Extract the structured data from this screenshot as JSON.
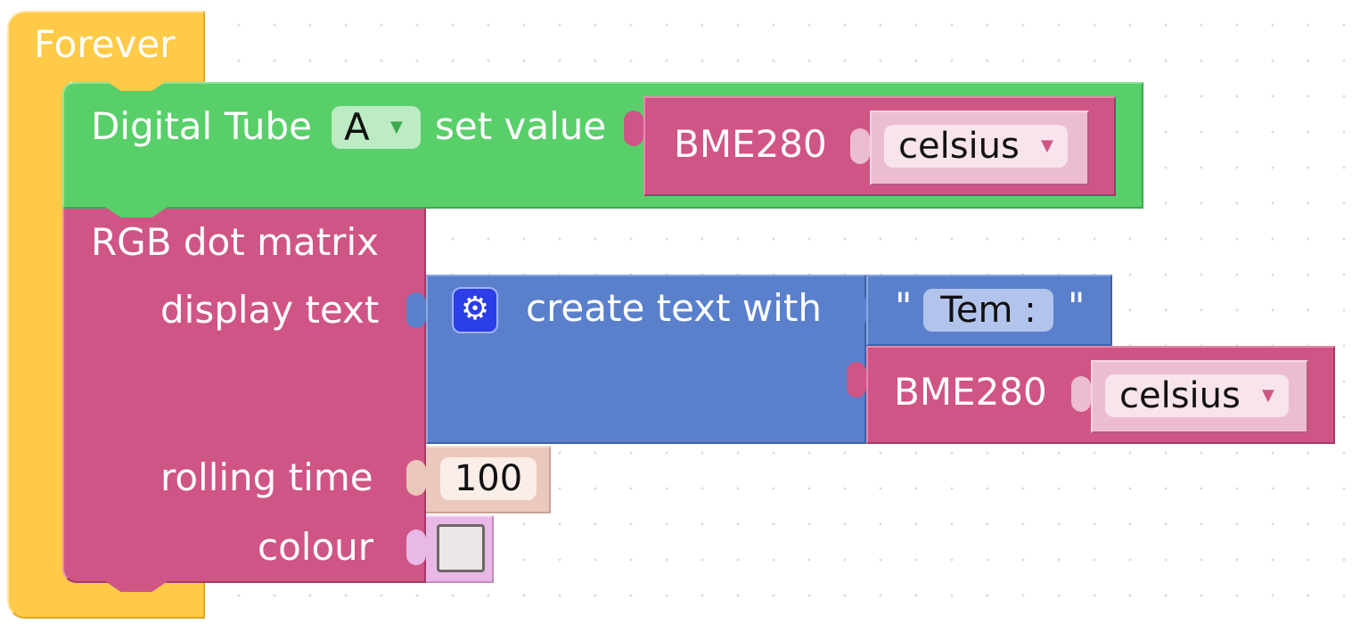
{
  "forever": {
    "label": "Forever"
  },
  "digital_tube": {
    "label_prefix": "Digital Tube",
    "port_value": "A",
    "label_suffix": "set value",
    "value_block": {
      "label": "BME280",
      "field": "celsius"
    }
  },
  "rgb_matrix": {
    "title": "RGB dot matrix",
    "display_label": "display text",
    "rolling_label": "rolling time",
    "colour_label": "colour",
    "rolling_time": "100",
    "colour_value": "#ece6e6"
  },
  "create_text": {
    "label": "create text with",
    "gear_icon": "gear-icon",
    "text_item": {
      "open_quote": "\"",
      "value": "Tem :",
      "close_quote": "\""
    },
    "bme_item": {
      "label": "BME280",
      "field": "celsius"
    }
  },
  "colors": {
    "forever": "#ffca48",
    "digital_tube": "#59cf6a",
    "sensor": "#cf5586",
    "text": "#5a80cc",
    "number": "#ebc8bc",
    "colour": "#e8b9e6"
  }
}
